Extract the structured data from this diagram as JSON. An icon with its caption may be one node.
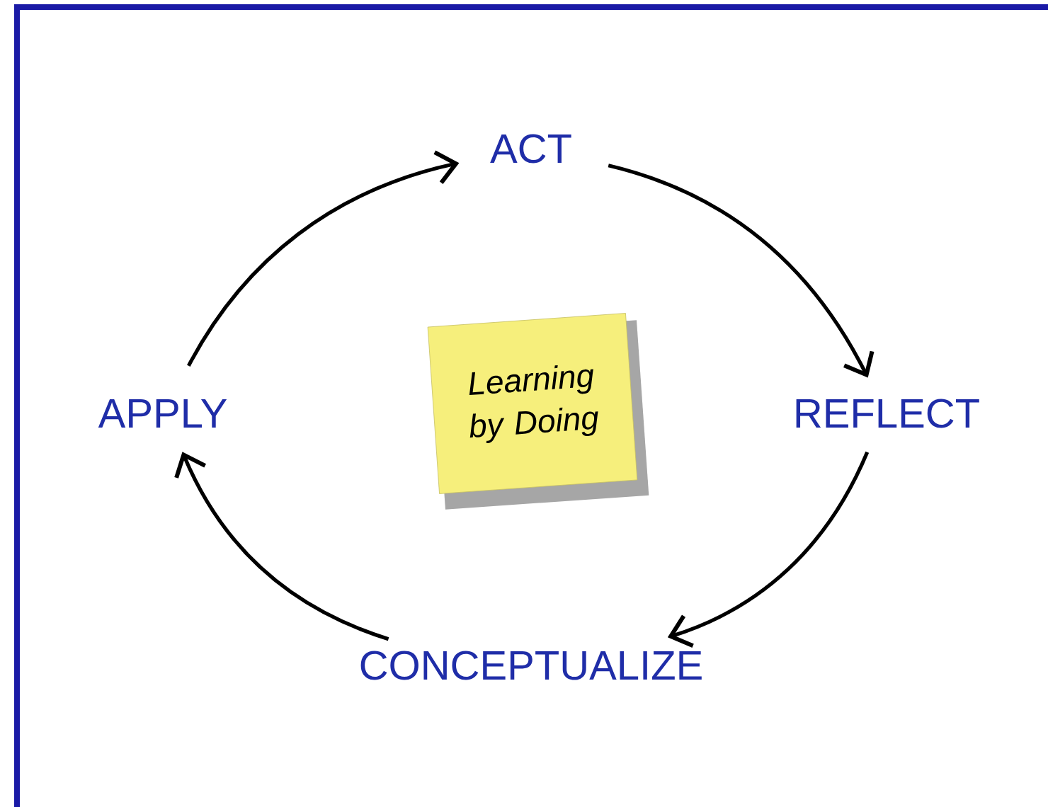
{
  "diagram": {
    "nodes": [
      {
        "text": [
          "ACT"
        ]
      },
      {
        "text": [
          "REFLECT"
        ]
      },
      {
        "text": [
          "CONCEPTUALIZE"
        ]
      },
      {
        "text": [
          "APPLY"
        ]
      },
      {
        "text": [
          "Learning by Doing"
        ]
      }
    ],
    "edges": [
      {
        "from": 0,
        "to": 1,
        "arrow": "to"
      },
      {
        "from": 1,
        "to": 2,
        "arrow": "to"
      },
      {
        "from": 2,
        "to": 3,
        "arrow": "to"
      },
      {
        "from": 3,
        "to": 0,
        "arrow": "to"
      }
    ]
  }
}
